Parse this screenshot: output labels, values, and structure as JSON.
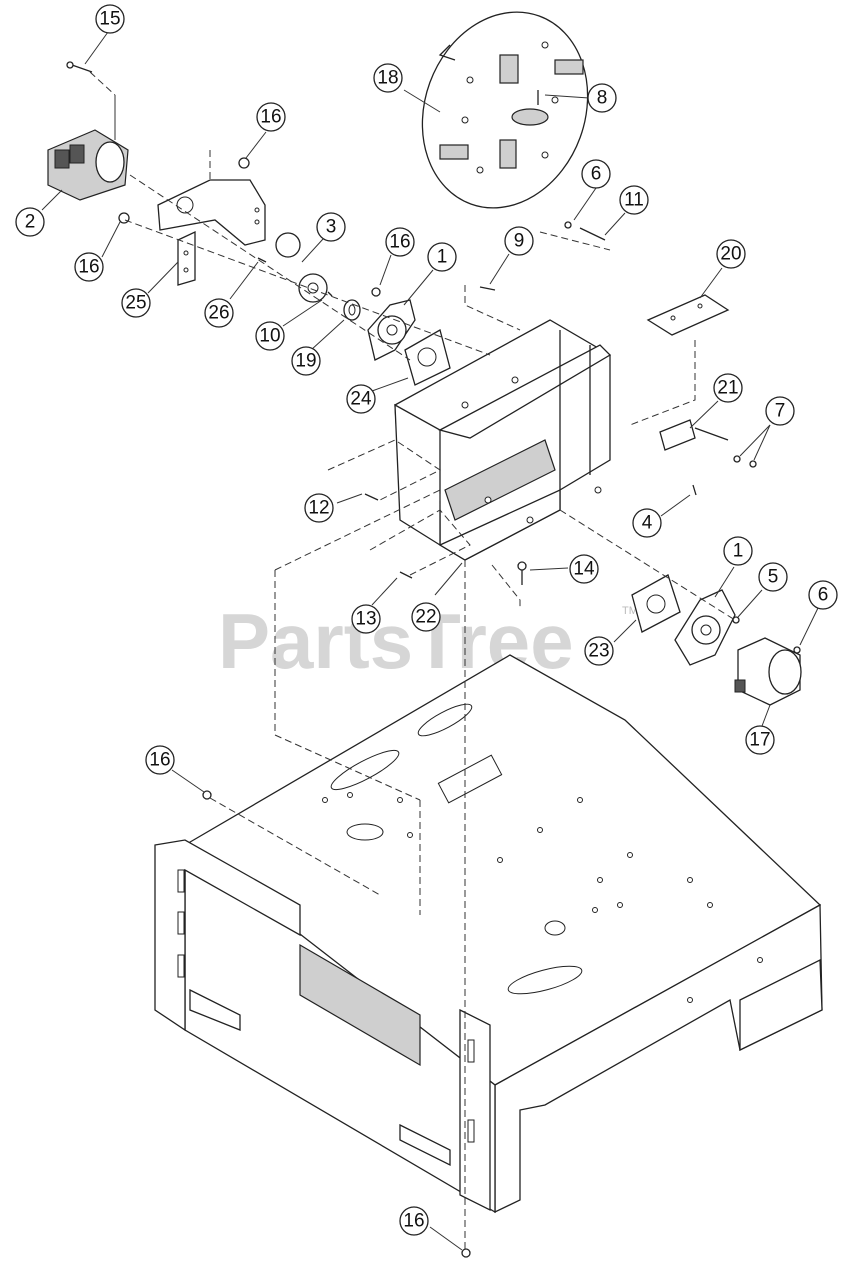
{
  "watermark": {
    "text": "PartsTree",
    "trademark": "TM"
  },
  "callouts": [
    {
      "id": "15",
      "label": "15"
    },
    {
      "id": "16a",
      "label": "16"
    },
    {
      "id": "2",
      "label": "2"
    },
    {
      "id": "16b",
      "label": "16"
    },
    {
      "id": "25",
      "label": "25"
    },
    {
      "id": "26",
      "label": "26"
    },
    {
      "id": "3",
      "label": "3"
    },
    {
      "id": "10",
      "label": "10"
    },
    {
      "id": "19",
      "label": "19"
    },
    {
      "id": "16c",
      "label": "16"
    },
    {
      "id": "1a",
      "label": "1"
    },
    {
      "id": "24",
      "label": "24"
    },
    {
      "id": "18",
      "label": "18"
    },
    {
      "id": "8",
      "label": "8"
    },
    {
      "id": "9",
      "label": "9"
    },
    {
      "id": "6a",
      "label": "6"
    },
    {
      "id": "11",
      "label": "11"
    },
    {
      "id": "20",
      "label": "20"
    },
    {
      "id": "21",
      "label": "21"
    },
    {
      "id": "7",
      "label": "7"
    },
    {
      "id": "4",
      "label": "4"
    },
    {
      "id": "12",
      "label": "12"
    },
    {
      "id": "13",
      "label": "13"
    },
    {
      "id": "22",
      "label": "22"
    },
    {
      "id": "14",
      "label": "14"
    },
    {
      "id": "23",
      "label": "23"
    },
    {
      "id": "1b",
      "label": "1"
    },
    {
      "id": "5",
      "label": "5"
    },
    {
      "id": "6b",
      "label": "6"
    },
    {
      "id": "17",
      "label": "17"
    },
    {
      "id": "16d",
      "label": "16"
    },
    {
      "id": "16e",
      "label": "16"
    }
  ]
}
